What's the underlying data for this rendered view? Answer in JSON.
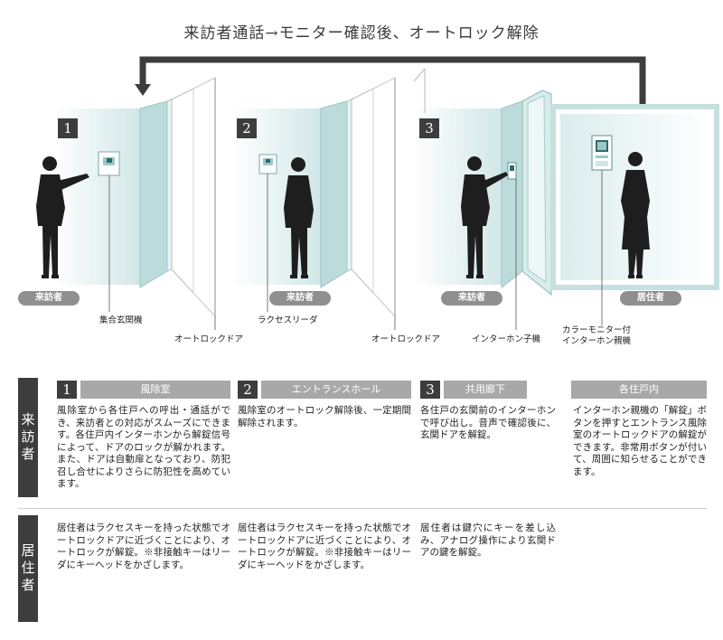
{
  "title": "来訪者通話→モニター確認後、オートロック解除",
  "steps": [
    {
      "number": "1"
    },
    {
      "number": "2"
    },
    {
      "number": "3"
    }
  ],
  "badges": {
    "visitor": "来訪者",
    "resident": "居住者"
  },
  "captions": {
    "entrance_panel": "集合玄関機",
    "autolock_door_1": "オートロックドア",
    "lacses_reader": "ラクセスリーダ",
    "autolock_door_2": "オートロックドア",
    "intercom_sub": "インターホン子機",
    "color_monitor_line1": "カラーモニター付",
    "color_monitor_line2": "インターホン親機"
  },
  "rows": {
    "visitor_label": "来訪者",
    "resident_label": "居住者"
  },
  "sections": [
    {
      "number": "1",
      "title": "風除室",
      "visitor_text": "風除室から各住戸への呼出・通話ができ、来訪者との対応がスムーズにできます。各住戸内インターホンから解錠信号によって、ドアのロックが解かれます。また、ドアは自動扉となっており、防犯召し合せによりさらに防犯性を高めています。",
      "resident_text": "居住者はラクセスキーを持った状態でオートロックドアに近づくことにより、オートロックが解錠。※非接触キーはリーダにキーヘッドをかざします。"
    },
    {
      "number": "2",
      "title": "エントランスホール",
      "visitor_text": "風除室のオートロック解除後、一定期間解除されます。",
      "resident_text": "居住者はラクセスキーを持った状態でオートロックドアに近づくことにより、オートロックが解錠。※非接触キーはリーダにキーヘッドをかざします。"
    },
    {
      "number": "3",
      "title": "共用廊下",
      "visitor_text": "各住戸の玄関前のインターホンで呼び出し。音声で確認後に、玄関ドアを解錠。",
      "resident_text": "居住者は鍵穴にキーを差し込み、アナログ操作により玄関ドアの鍵を解錠。"
    },
    {
      "number": "",
      "title": "各住戸内",
      "visitor_text": "インターホン親機の「解錠」ボタンを押すとエントランス風除室のオートロックドアの解錠ができます。非常用ボタンが付いて、周囲に知らせることができます。",
      "resident_text": ""
    }
  ],
  "colors": {
    "dark": "#3d3d3d",
    "badge": "#8f8f8f",
    "panel_teal": "#cfe6e6",
    "silhouette": "#1e1e1e"
  }
}
